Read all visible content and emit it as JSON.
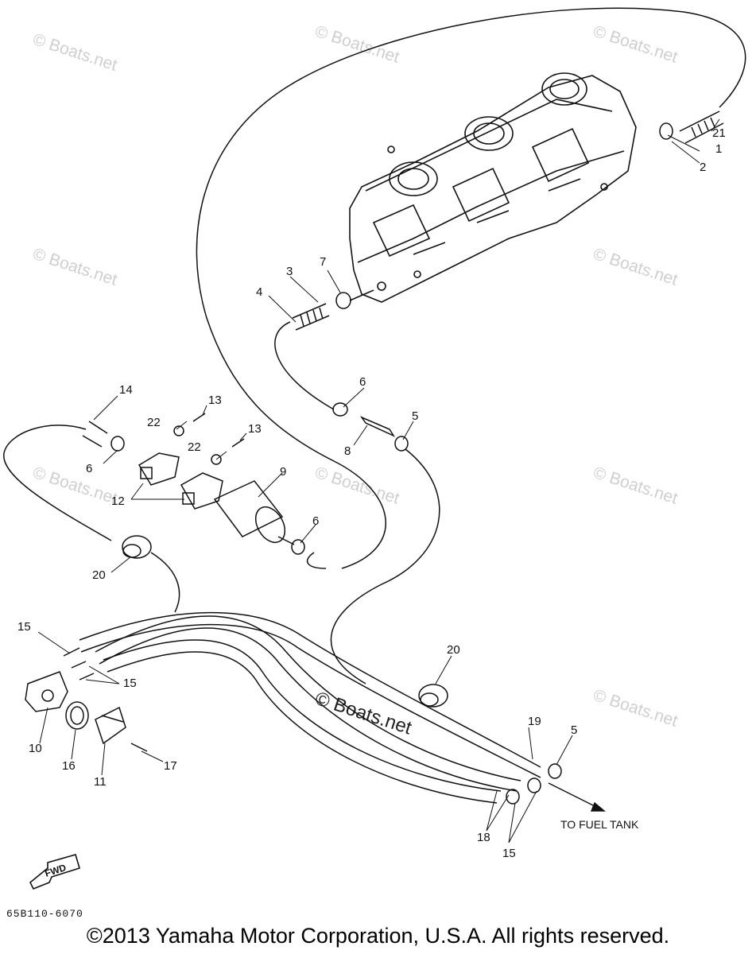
{
  "diagram": {
    "part_code": "65B110-6070",
    "copyright": "©2013 Yamaha Motor Corporation, U.S.A. All rights reserved.",
    "destination_label": "TO FUEL TANK",
    "fwd_label": "FWD",
    "watermark": "© Boats.net",
    "callouts": [
      {
        "id": "1",
        "text": "1"
      },
      {
        "id": "2",
        "text": "2"
      },
      {
        "id": "3",
        "text": "3"
      },
      {
        "id": "4",
        "text": "4"
      },
      {
        "id": "5a",
        "text": "5"
      },
      {
        "id": "5b",
        "text": "5"
      },
      {
        "id": "6a",
        "text": "6"
      },
      {
        "id": "6b",
        "text": "6"
      },
      {
        "id": "6c",
        "text": "6"
      },
      {
        "id": "7",
        "text": "7"
      },
      {
        "id": "8",
        "text": "8"
      },
      {
        "id": "9",
        "text": "9"
      },
      {
        "id": "10",
        "text": "10"
      },
      {
        "id": "11",
        "text": "11"
      },
      {
        "id": "12",
        "text": "12"
      },
      {
        "id": "13a",
        "text": "13"
      },
      {
        "id": "13b",
        "text": "13"
      },
      {
        "id": "14",
        "text": "14"
      },
      {
        "id": "15a",
        "text": "15"
      },
      {
        "id": "15b",
        "text": "15"
      },
      {
        "id": "15c",
        "text": "15"
      },
      {
        "id": "16",
        "text": "16"
      },
      {
        "id": "17",
        "text": "17"
      },
      {
        "id": "18",
        "text": "18"
      },
      {
        "id": "19",
        "text": "19"
      },
      {
        "id": "20a",
        "text": "20"
      },
      {
        "id": "20b",
        "text": "20"
      },
      {
        "id": "21",
        "text": "21"
      },
      {
        "id": "22a",
        "text": "22"
      },
      {
        "id": "22b",
        "text": "22"
      }
    ]
  }
}
